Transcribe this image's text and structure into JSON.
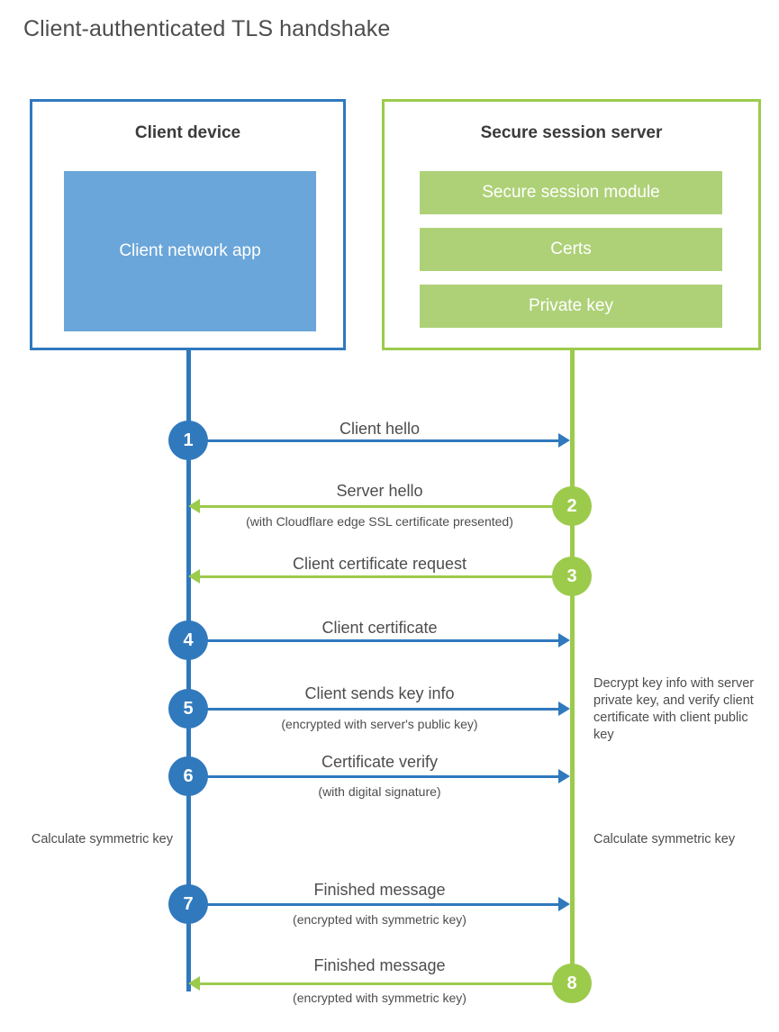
{
  "title": "Client-authenticated TLS handshake",
  "colors": {
    "client_blue": "#3079bd",
    "client_app_fill": "#6aa6d9",
    "server_green": "#9ccb4c",
    "server_bar_fill": "#aed178",
    "text_gray": "#4d4d4d"
  },
  "client": {
    "title": "Client device",
    "app_label": "Client network app"
  },
  "server": {
    "title": "Secure session server",
    "components": [
      "Secure session module",
      "Certs",
      "Private key"
    ]
  },
  "steps": [
    {
      "number": "1",
      "label": "Client hello",
      "sublabel": "",
      "direction": "client-to-server",
      "color": "blue"
    },
    {
      "number": "2",
      "label": "Server hello",
      "sublabel": "(with Cloudflare edge SSL certificate presented)",
      "direction": "server-to-client",
      "color": "green"
    },
    {
      "number": "3",
      "label": "Client certificate request",
      "sublabel": "",
      "direction": "server-to-client",
      "color": "green"
    },
    {
      "number": "4",
      "label": "Client certificate",
      "sublabel": "",
      "direction": "client-to-server",
      "color": "blue"
    },
    {
      "number": "5",
      "label": "Client sends key info",
      "sublabel": "(encrypted with server's public key)",
      "direction": "client-to-server",
      "color": "blue"
    },
    {
      "number": "6",
      "label": "Certificate verify",
      "sublabel": "(with digital signature)",
      "direction": "client-to-server",
      "color": "blue"
    },
    {
      "number": "7",
      "label": "Finished message",
      "sublabel": "(encrypted with symmetric key)",
      "direction": "client-to-server",
      "color": "blue"
    },
    {
      "number": "8",
      "label": "Finished message",
      "sublabel": "(encrypted with symmetric key)",
      "direction": "server-to-client",
      "color": "green"
    }
  ],
  "notes": {
    "server_decrypt": "Decrypt key info with server private key, and verify client certificate with client public key",
    "client_symmetric_key": "Calculate symmetric key",
    "server_symmetric_key": "Calculate symmetric key"
  }
}
